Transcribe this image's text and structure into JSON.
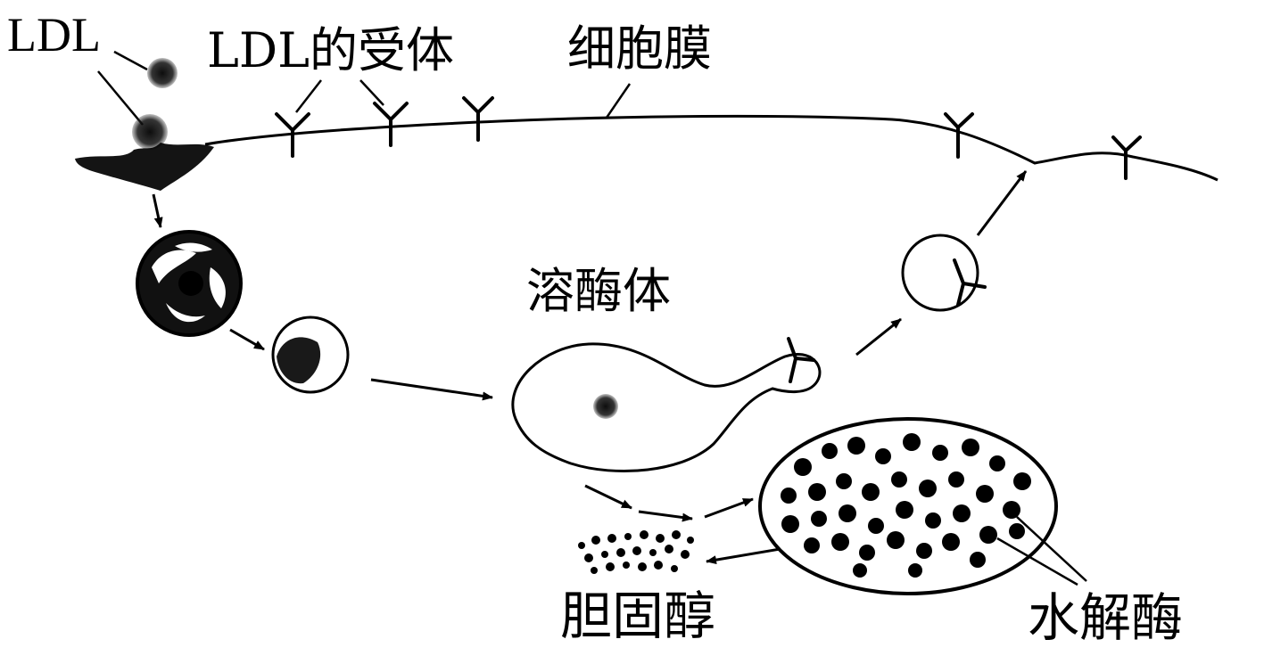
{
  "labels": {
    "ldl": "LDL",
    "ldl_receptor": "LDL的受体",
    "cell_membrane": "细胞膜",
    "lysosome": "溶酶体",
    "cholesterol": "胆固醇",
    "hydrolase": "水解酶"
  },
  "colors": {
    "ink": "#000000",
    "background": "#ffffff"
  }
}
